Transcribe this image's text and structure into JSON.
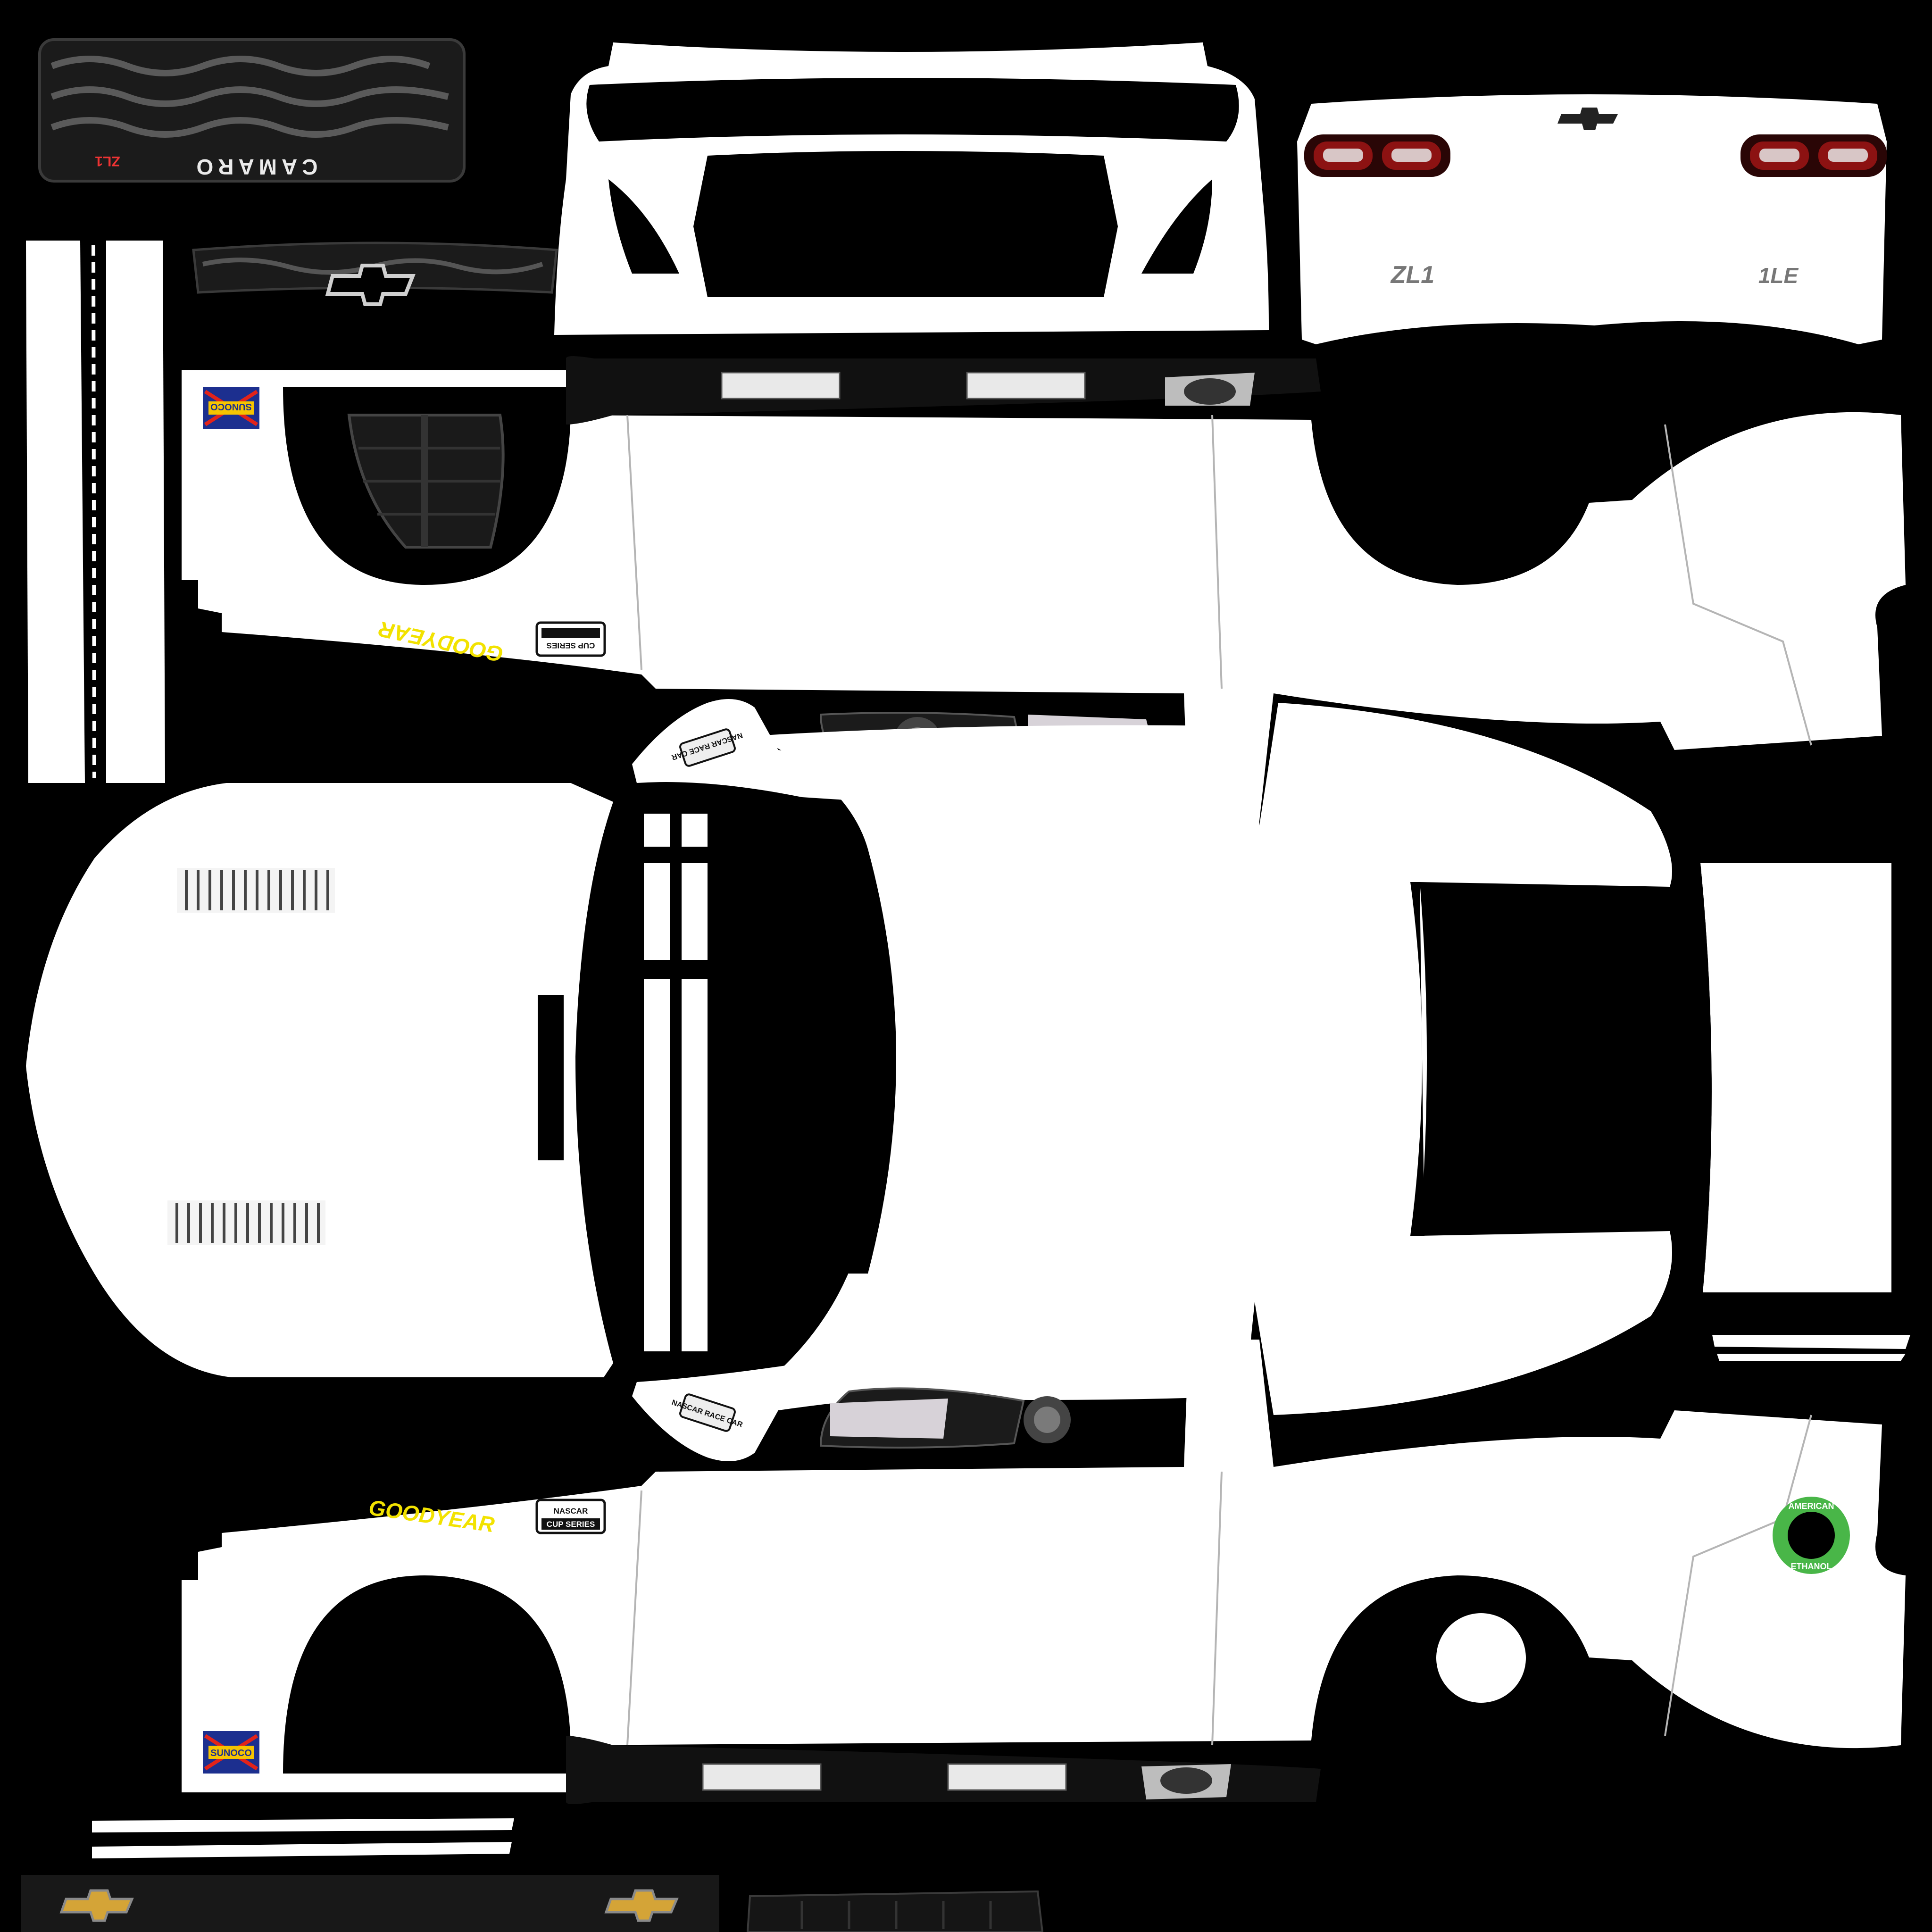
{
  "livery_template": {
    "background": "#000000",
    "body_color": "#ffffff",
    "accent_colors": {
      "goodyear": "#f2e200",
      "sunoco_blue": "#1c2f8f",
      "sunoco_red": "#e2231a",
      "sunoco_yellow": "#f6c400",
      "chevy_gold": "#d4a437",
      "american_ethanol_green": "#49b648",
      "taillight_red": "#8c1212"
    },
    "decals": {
      "camaro_wordmark": "CAMARO",
      "zl1_badge": "ZL1",
      "zl1_rear": "ZL1",
      "onele_rear": "1LE",
      "goodyear_left": "GOODYEAR",
      "goodyear_right": "GOODYEAR",
      "sunoco_top": "SUNOCO",
      "sunoco_bottom": "SUNOCO",
      "nascar_top_line1": "NASCAR",
      "nascar_top_line2": "CUP SERIES",
      "nascar_bottom_line1": "NASCAR",
      "nascar_bottom_line2": "CUP SERIES",
      "nascar_racecar_top": "NASCAR RACE CAR",
      "nascar_racecar_bottom": "NASCAR RACE CAR",
      "american_ethanol_top": "AMERICAN",
      "american_ethanol_bottom": "ETHANOL"
    },
    "icons": [
      "chevrolet-bowtie-icon",
      "headlight-icon",
      "taillight-icon",
      "hood-vent-icon",
      "fender-vent-icon"
    ]
  }
}
